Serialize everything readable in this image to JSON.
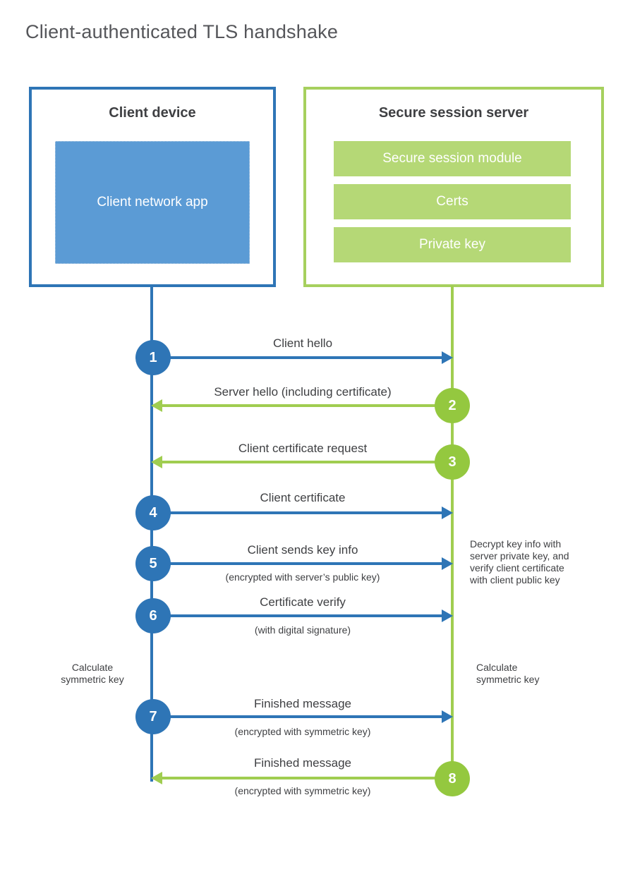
{
  "title": "Client-authenticated TLS handshake",
  "client": {
    "title": "Client device",
    "app_label": "Client network app"
  },
  "server": {
    "title": "Secure session server",
    "modules": [
      "Secure session module",
      "Certs",
      "Private key"
    ]
  },
  "messages": [
    {
      "num": "1",
      "label": "Client hello",
      "direction": "client-to-server"
    },
    {
      "num": "2",
      "label": "Server hello (including certificate)",
      "direction": "server-to-client"
    },
    {
      "num": "3",
      "label": "Client certificate request",
      "direction": "server-to-client"
    },
    {
      "num": "4",
      "label": "Client certificate",
      "direction": "client-to-server"
    },
    {
      "num": "5",
      "label": "Client sends key info",
      "sublabel": "(encrypted with server’s public key)",
      "direction": "client-to-server"
    },
    {
      "num": "6",
      "label": "Certificate verify",
      "sublabel": "(with digital signature)",
      "direction": "client-to-server"
    },
    {
      "num": "7",
      "label": "Finished message",
      "sublabel": "(encrypted with symmetric key)",
      "direction": "client-to-server"
    },
    {
      "num": "8",
      "label": "Finished message",
      "sublabel": "(encrypted with symmetric key)",
      "direction": "server-to-client"
    }
  ],
  "notes": {
    "decrypt": "Decrypt key info with\nserver private key, and\nverify client certificate\nwith client public key",
    "calc_left": "Calculate\nsymmetric key",
    "calc_right": "Calculate\nsymmetric key"
  },
  "colors": {
    "blue": "#2e75b6",
    "blue_fill": "#5b9bd5",
    "green_border": "#a6d05e",
    "green_fill": "#b5d876",
    "green_accent": "#94c83f",
    "green_line": "#a0cd50",
    "text_dark": "#3f4043",
    "title_gray": "#55565a"
  }
}
